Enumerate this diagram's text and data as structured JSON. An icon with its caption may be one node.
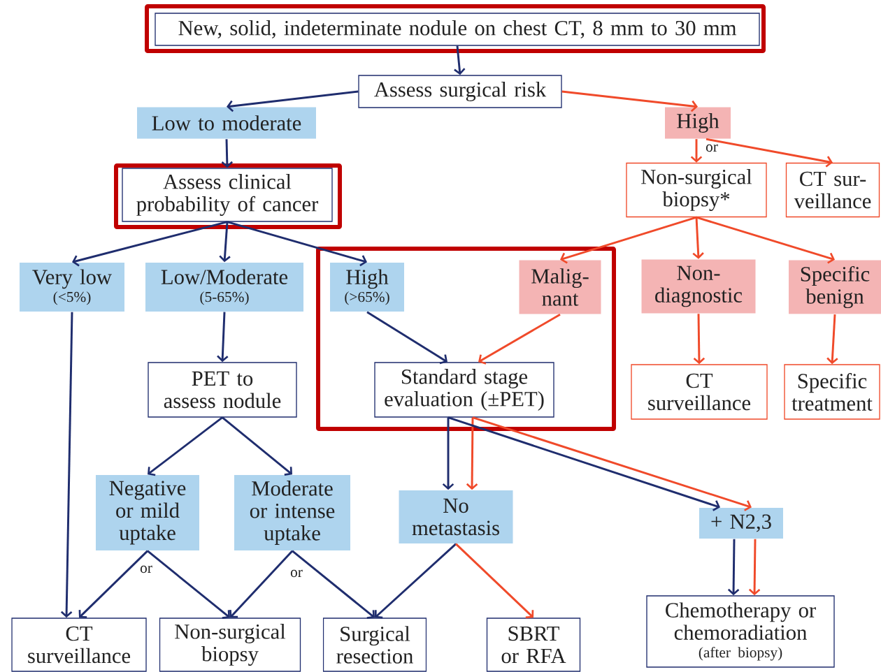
{
  "diagram": {
    "nodes": [
      {
        "text": [
          "New, solid, indeterminate nodule on chest CT, 8 mm to 30 mm"
        ]
      },
      {
        "text": [
          "Assess surgical risk"
        ]
      },
      {
        "text": [
          "Low to moderate"
        ]
      },
      {
        "text": [
          "High"
        ]
      },
      {
        "text": [
          "Assess clinical probability of cancer"
        ]
      },
      {
        "text": [
          "Non-surgical biopsy*"
        ]
      },
      {
        "text": [
          "CT sur- veillance"
        ]
      },
      {
        "text": [
          "Very low",
          "(<5%)"
        ]
      },
      {
        "text": [
          "Low/Moderate",
          "(5-65%)"
        ]
      },
      {
        "text": [
          "High",
          "(>65%)"
        ]
      },
      {
        "text": [
          "Malig- nant"
        ]
      },
      {
        "text": [
          "Non- diagnostic"
        ]
      },
      {
        "text": [
          "Specific benign"
        ]
      },
      {
        "text": [
          "PET to assess nodule"
        ]
      },
      {
        "text": [
          "Standard stage evaluation (±PET)"
        ]
      },
      {
        "text": [
          "CT surveillance"
        ]
      },
      {
        "text": [
          "Specific treatment"
        ]
      },
      {
        "text": [
          "Negative or mild uptake"
        ]
      },
      {
        "text": [
          "Moderate or intense uptake"
        ]
      },
      {
        "text": [
          "No metastasis"
        ]
      },
      {
        "text": [
          "+ N2,3"
        ]
      },
      {
        "text": [
          "CT surveillance"
        ]
      },
      {
        "text": [
          "Non-surgical biopsy"
        ]
      },
      {
        "text": [
          "Surgical resection"
        ]
      },
      {
        "text": [
          "SBRT or RFA"
        ]
      },
      {
        "text": [
          "Chemotherapy or chemoradiation",
          "(after biopsy)"
        ]
      }
    ],
    "edges": [
      {
        "from": 0,
        "to": 1,
        "arrow": "to"
      },
      {
        "from": 1,
        "to": 2,
        "arrow": "to"
      },
      {
        "from": 1,
        "to": 3,
        "arrow": "to",
        "color": "#f04a2a"
      },
      {
        "from": 3,
        "to": 5,
        "arrow": "to",
        "color": "#f04a2a"
      },
      {
        "from": 3,
        "to": 6,
        "arrow": "to",
        "color": "#f04a2a"
      },
      {
        "from": 2,
        "to": 4,
        "arrow": "to"
      },
      {
        "from": 4,
        "to": 7,
        "arrow": "to"
      },
      {
        "from": 4,
        "to": 8,
        "arrow": "to"
      },
      {
        "from": 4,
        "to": 9,
        "arrow": "to"
      },
      {
        "from": 5,
        "to": 10,
        "arrow": "to",
        "color": "#f04a2a"
      },
      {
        "from": 5,
        "to": 11,
        "arrow": "to",
        "color": "#f04a2a"
      },
      {
        "from": 5,
        "to": 12,
        "arrow": "to",
        "color": "#f04a2a"
      },
      {
        "from": 8,
        "to": 13,
        "arrow": "to"
      },
      {
        "from": 9,
        "to": 14,
        "arrow": "to"
      },
      {
        "from": 10,
        "to": 14,
        "arrow": "to",
        "color": "#f04a2a"
      },
      {
        "from": 11,
        "to": 15,
        "arrow": "to",
        "color": "#f04a2a"
      },
      {
        "from": 12,
        "to": 16,
        "arrow": "to",
        "color": "#f04a2a"
      },
      {
        "from": 7,
        "to": 21,
        "arrow": "to"
      },
      {
        "from": 13,
        "to": 17,
        "arrow": "to"
      },
      {
        "from": 13,
        "to": 18,
        "arrow": "to"
      },
      {
        "from": 17,
        "to": 21,
        "arrow": "to"
      },
      {
        "from": 17,
        "to": 22,
        "arrow": "to"
      },
      {
        "from": 18,
        "to": 22,
        "arrow": "to"
      },
      {
        "from": 18,
        "to": 23,
        "arrow": "to"
      },
      {
        "from": 14,
        "to": 19,
        "arrow": "to"
      },
      {
        "from": 14,
        "to": 19,
        "arrow": "to",
        "color": "#f04a2a"
      },
      {
        "from": 14,
        "to": 20,
        "arrow": "to"
      },
      {
        "from": 14,
        "to": 20,
        "arrow": "to",
        "color": "#f04a2a"
      },
      {
        "from": 19,
        "to": 23,
        "arrow": "to"
      },
      {
        "from": 19,
        "to": 24,
        "arrow": "to",
        "color": "#f04a2a"
      },
      {
        "from": 20,
        "to": 25,
        "arrow": "to"
      },
      {
        "from": 20,
        "to": 25,
        "arrow": "to",
        "color": "#f04a2a"
      }
    ],
    "labels": [
      "or",
      "or",
      "or"
    ]
  }
}
